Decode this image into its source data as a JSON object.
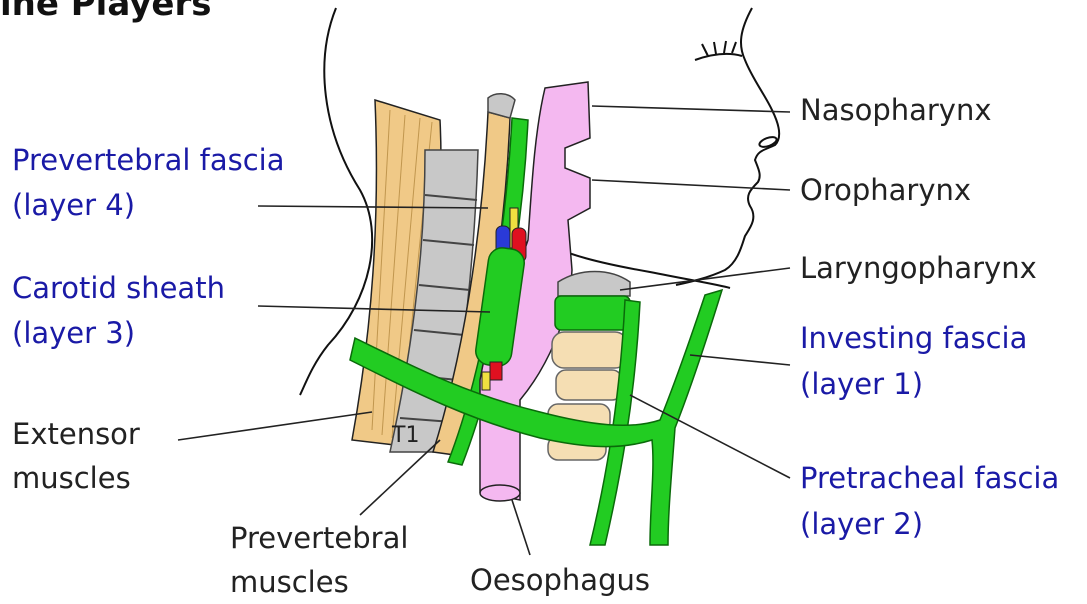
{
  "title": "ine Players",
  "labels": {
    "prevertebral_1": "Prevertebral fascia",
    "prevertebral_2": "(layer 4)",
    "carotid_1": "Carotid sheath",
    "carotid_2": "(layer 3)",
    "extensor_1": "Extensor",
    "extensor_2": "muscles",
    "prevert_muscles_1": "Prevertebral",
    "prevert_muscles_2": "muscles",
    "oesophagus": "Oesophagus",
    "nasopharynx": "Nasopharynx",
    "oropharynx": "Oropharynx",
    "laryngopharynx": "Laryngopharynx",
    "investing_1": "Investing fascia",
    "investing_2": "(layer 1)",
    "pretracheal_1": "Pretracheal fascia",
    "pretracheal_2": "(layer 2)",
    "t1": "T1"
  },
  "colors": {
    "fascia_label": "#1a1aa6",
    "plain_label": "#222222",
    "fascia": "#22cc22",
    "muscle": "#f0c987",
    "vertebra": "#c8c8c8",
    "pharynx": "#f4b8f0",
    "trachea": "#f5deb3",
    "artery": "#e01020",
    "vein": "#2a3ad8",
    "nerve": "#f0e040"
  }
}
